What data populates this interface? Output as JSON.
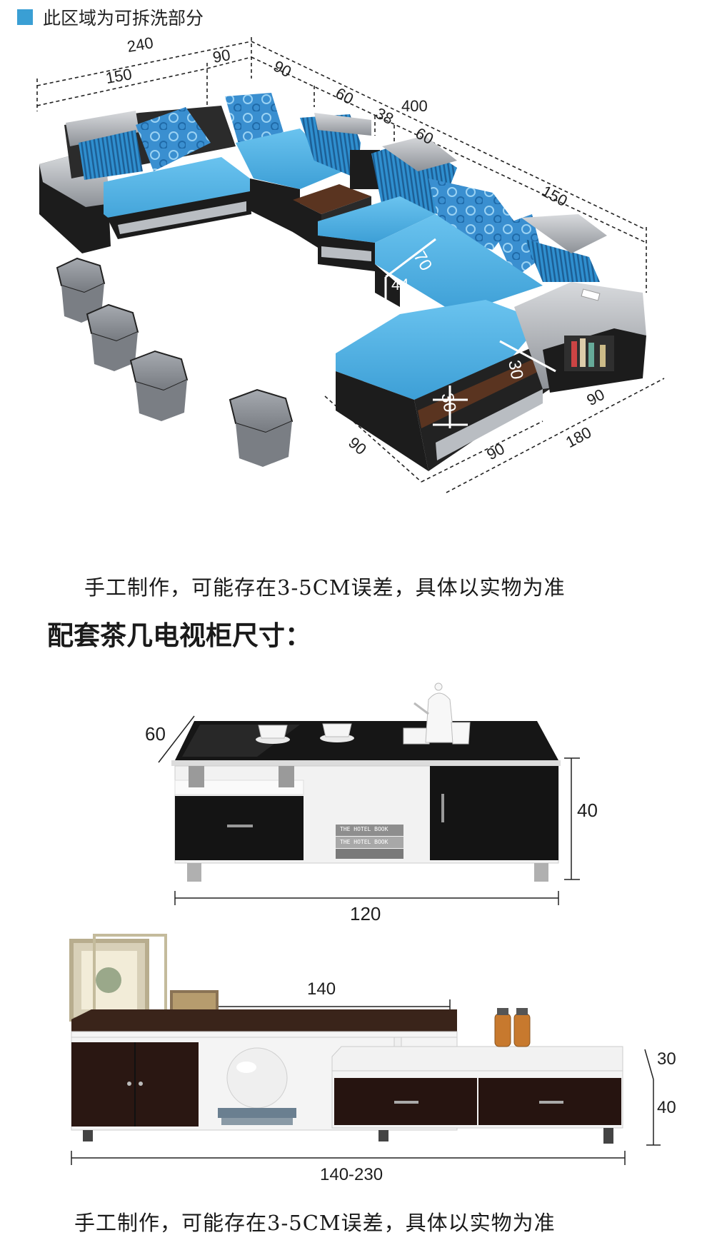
{
  "legend": {
    "text": "此区域为可拆洗部分",
    "swatch_color": "#3a9fd4"
  },
  "sofa": {
    "dimensions": {
      "top_total": "240",
      "top_left": "150",
      "top_mid": "90",
      "diag_a": "90",
      "diag_b": "60",
      "diag_c": "38",
      "diag_total": "400",
      "diag_d": "60",
      "right_long": "150",
      "seat_depth": "70",
      "seat_height": "44",
      "arm_width": "30",
      "table_width": "30",
      "chaise_depth": "90",
      "chaise_width": "90",
      "bottom_total": "180",
      "right_side": "90"
    },
    "fabric_color": "#4fb3e6",
    "leather_color": "#9da1a7",
    "base_color": "#1c1c1c",
    "wood_color": "#5a3420"
  },
  "caption_1": "手工制作，可能存在3-5CM误差，具体以实物为准",
  "section_title": "配套茶几电视柜尺寸：",
  "coffee_table": {
    "depth": "60",
    "height": "40",
    "width": "120",
    "book_text_1": "THE HOTEL BOOK",
    "book_text_2": "THE HOTEL BOOK"
  },
  "tv_cabinet": {
    "top_width": "140",
    "top_height": "30",
    "height": "40",
    "length": "140-230"
  },
  "caption_2": "手工制作，可能存在3-5CM误差，具体以实物为准"
}
